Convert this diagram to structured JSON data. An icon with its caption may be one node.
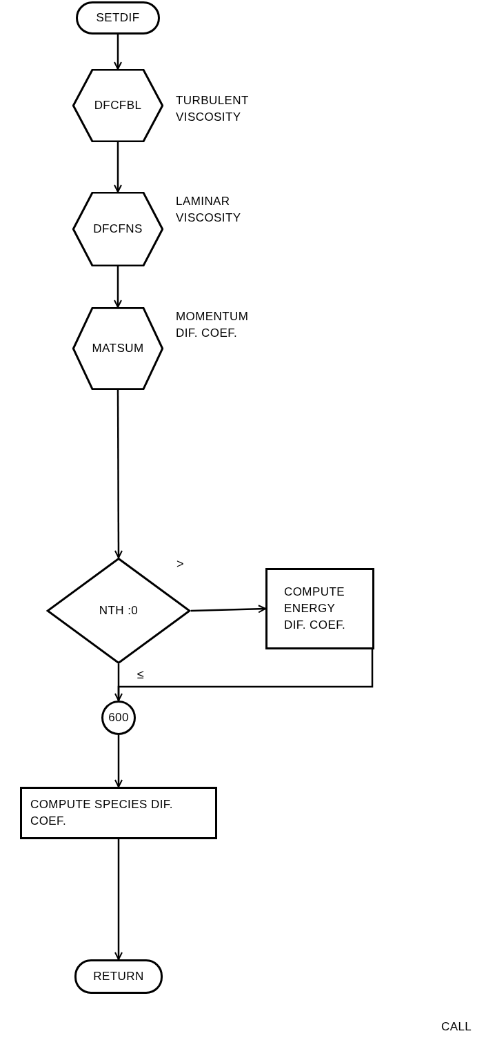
{
  "diagram": {
    "nodes": [
      {
        "text": [
          "SETDIF"
        ]
      },
      {
        "text": [
          "DFCFBL"
        ],
        "beside": [
          "TURBULENT VISCOSITY"
        ]
      },
      {
        "text": [
          "DFCFNS"
        ],
        "beside": [
          "LAMINAR VISCOSITY"
        ]
      },
      {
        "text": [
          "MATSUM"
        ],
        "beside": [
          "MOMENTUM DIF. COEF."
        ]
      },
      {
        "text": [
          "NTH :0"
        ]
      },
      {
        "text": [
          "COMPUTE ENERGY DIF. COEF."
        ]
      },
      {
        "text": [
          "600"
        ]
      },
      {
        "text": [
          "COMPUTE SPECIES DIF. COEF."
        ]
      },
      {
        "text": [
          "RETURN"
        ]
      }
    ],
    "edges": [
      {
        "from": 0,
        "to": 1,
        "arrow": "to"
      },
      {
        "from": 1,
        "to": 2,
        "arrow": "to"
      },
      {
        "from": 2,
        "to": 3,
        "arrow": "to"
      },
      {
        "from": 3,
        "to": 4,
        "arrow": "to"
      },
      {
        "from": 4,
        "to": 5,
        "arrow": "to",
        "label": ">"
      },
      {
        "from": 4,
        "to": 6,
        "arrow": "none",
        "label": "≤"
      },
      {
        "from": 5,
        "to": 6,
        "arrow": "to"
      },
      {
        "from": 6,
        "to": 7,
        "arrow": "to"
      },
      {
        "from": 7,
        "to": 8,
        "arrow": "to"
      }
    ],
    "labels": [
      "CALL"
    ]
  }
}
